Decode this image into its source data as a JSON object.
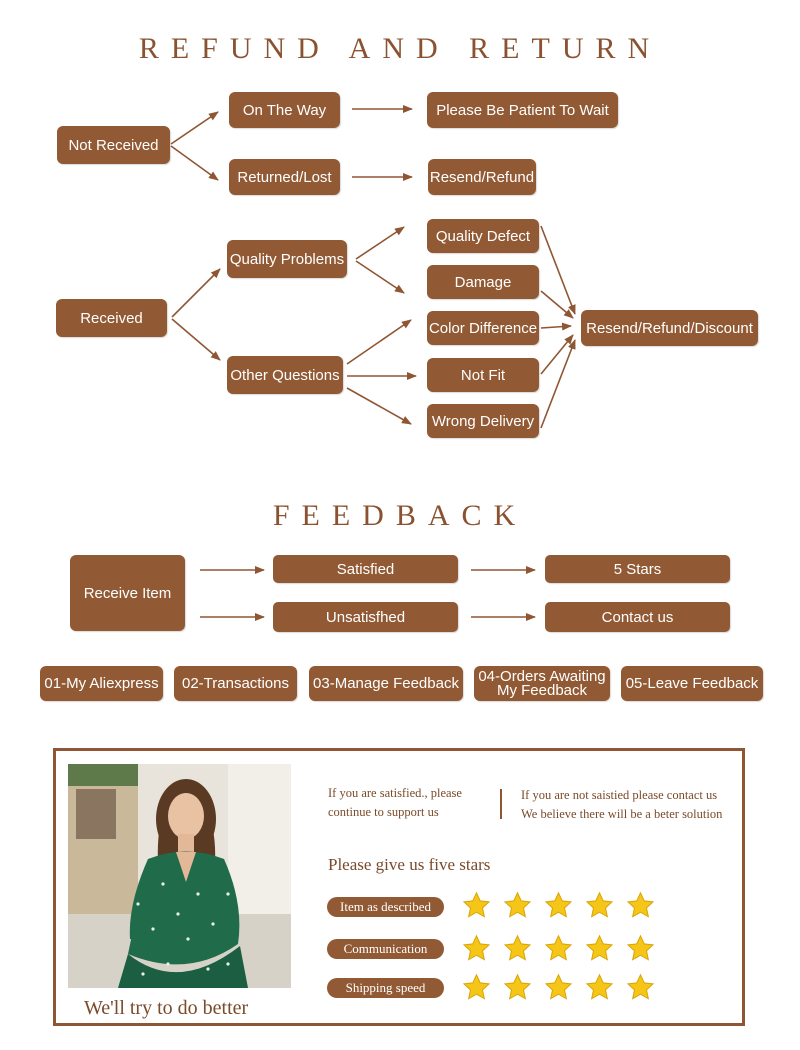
{
  "refund": {
    "title": "REFUND AND RETURN",
    "not_received": "Not Received",
    "on_the_way": "On The Way",
    "be_patient": "Please Be Patient To Wait",
    "returned_lost": "Returned/Lost",
    "resend_refund": "Resend/Refund",
    "received": "Received",
    "quality_problems": "Quality Problems",
    "other_questions": "Other Questions",
    "quality_defect": "Quality Defect",
    "damage": "Damage",
    "color_difference": "Color Difference",
    "not_fit": "Not Fit",
    "wrong_delivery": "Wrong Delivery",
    "resend_refund_discount": "Resend/Refund/Discount"
  },
  "feedback": {
    "title": "FEEDBACK",
    "receive_item": "Receive Item",
    "satisfied": "Satisfied",
    "unsatisfied": "Unsatisfhed",
    "five_stars": "5 Stars",
    "contact_us": "Contact us",
    "steps": [
      {
        "line1": "01-My Aliexpress",
        "line2": ""
      },
      {
        "line1": "02-Transactions",
        "line2": ""
      },
      {
        "line1": "03-Manage Feedback",
        "line2": ""
      },
      {
        "line1": "04-Orders Awaiting",
        "line2": "My Feedback"
      },
      {
        "line1": "05-Leave Feedback",
        "line2": ""
      }
    ]
  },
  "card": {
    "satisfied_note_1": "If you are satisfied., please",
    "satisfied_note_2": "continue to support us",
    "unsatisfied_note_1": "If you are not saistied please contact us",
    "unsatisfied_note_2": "We believe there will be a beter solution",
    "heading": "Please give us five stars",
    "ratings": [
      {
        "label": "Item as described",
        "stars": 5
      },
      {
        "label": "Communication",
        "stars": 5
      },
      {
        "label": "Shipping speed",
        "stars": 5
      }
    ],
    "footer": "We'll try to do better"
  },
  "colors": {
    "accent": "#925a34",
    "title": "#8a5230",
    "star": "#f5c518"
  }
}
